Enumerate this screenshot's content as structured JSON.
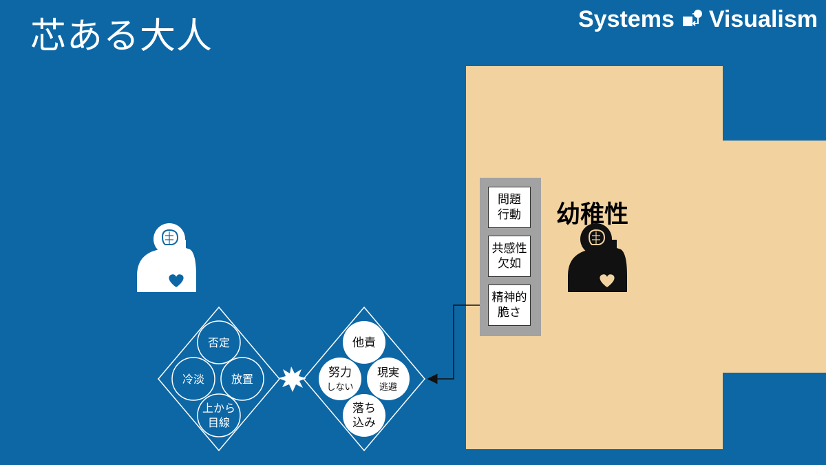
{
  "title": "芯ある大人",
  "brand": {
    "word1": "Systems",
    "word2": "Visualism"
  },
  "childish": {
    "label": "幼稚性",
    "boxes": [
      {
        "line1": "問題",
        "line2": "行動"
      },
      {
        "line1": "共感性",
        "line2": "欠如"
      },
      {
        "line1": "精神的",
        "line2": "脆さ"
      }
    ]
  },
  "left_diamond": {
    "circles": [
      {
        "line1": "否定",
        "line2": ""
      },
      {
        "line1": "冷淡",
        "line2": ""
      },
      {
        "line1": "放置",
        "line2": ""
      },
      {
        "line1": "上から",
        "line2": "目線"
      }
    ]
  },
  "right_diamond": {
    "circles": [
      {
        "line1": "他責",
        "line2": ""
      },
      {
        "line1": "努力",
        "line2": "しない"
      },
      {
        "line1": "現実",
        "line2": "逃避"
      },
      {
        "line1": "落ち",
        "line2": "込み"
      }
    ]
  },
  "icons": [
    "person-head-brain-heart-icon",
    "explosion-icon",
    "arrow-icon"
  ],
  "colors": {
    "background": "#0d67a5",
    "region": "#f2d3a0",
    "white": "#ffffff",
    "dark": "#111111",
    "stack": "#a2a2a2"
  }
}
